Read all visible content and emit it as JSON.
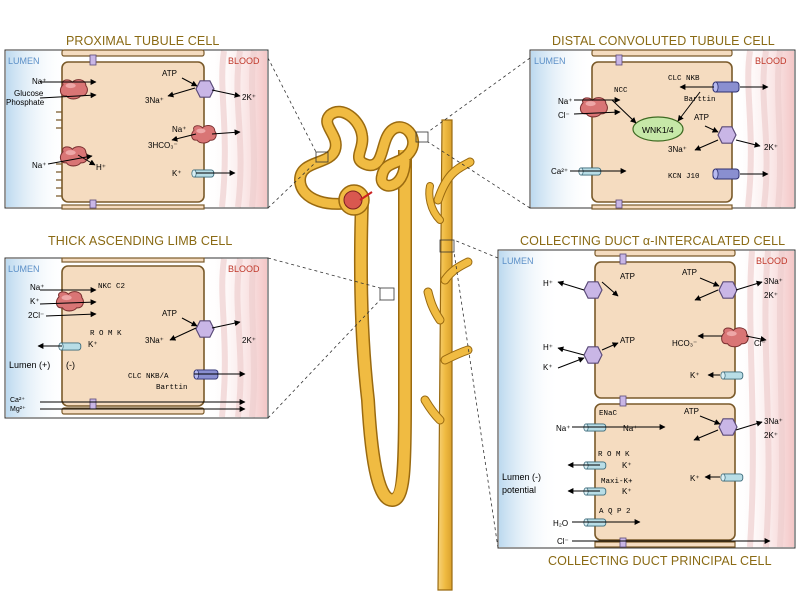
{
  "panels": {
    "proximal": {
      "title": "PROXIMAL TUBULE CELL",
      "lumen": "LUMEN",
      "blood": "BLOOD",
      "na1": "Na⁺",
      "glucose": "Glucose",
      "phosphate": "Phosphate",
      "na2": "Na⁺",
      "h": "H⁺",
      "atp": "ATP",
      "na3": "3Na⁺",
      "k2": "2K⁺",
      "na4": "Na⁺",
      "hco3": "3HCO₃⁻",
      "k": "K⁺"
    },
    "thick": {
      "title": "THICK ASCENDING LIMB CELL",
      "lumen": "LUMEN",
      "blood": "BLOOD",
      "na": "Na⁺",
      "k": "K⁺",
      "cl": "2Cl⁻",
      "nkcc2": "NKC C2",
      "romk": "R O M K",
      "k2": "K⁺",
      "lumen_potential": "Lumen (+)",
      "minus": "(-)",
      "atp": "ATP",
      "na3": "3Na⁺",
      "k2b": "2K⁺",
      "clcnkb": "CLC NKB/A",
      "barttin": "Barttin",
      "ca": "Ca²⁺",
      "mg": "Mg²⁺"
    },
    "distal": {
      "title": "DISTAL CONVOLUTED TUBULE CELL",
      "lumen": "LUMEN",
      "blood": "BLOOD",
      "ncc": "NCC",
      "na": "Na⁺",
      "cl": "Cl⁻",
      "clcnkb": "CLC NKB",
      "barttin": "Barttin",
      "wnk": "WNK1/4",
      "atp": "ATP",
      "na3": "3Na⁺",
      "k2": "2K⁺",
      "ca": "Ca²⁺",
      "kcnj10": "KCN J10"
    },
    "collecting_alpha": {
      "title": "COLLECTING DUCT α-INTERCALATED CELL",
      "lumen": "LUMEN",
      "blood": "BLOOD",
      "h1": "H⁺",
      "atp1": "ATP",
      "atp2": "ATP",
      "na3": "3Na⁺",
      "k2": "2K⁺",
      "hco3": "HCO₃⁻",
      "cl": "Cl⁻",
      "h2": "H⁺",
      "k1": "K⁺",
      "atp3": "ATP",
      "k3": "K⁺"
    },
    "principal": {
      "title": "COLLECTING DUCT PRINCIPAL CELL",
      "enac": "ENaC",
      "na1": "Na⁺",
      "na2": "Na⁺",
      "atp": "ATP",
      "na3": "3Na⁺",
      "k2": "2K⁺",
      "romk": "R O M K",
      "k1": "K⁺",
      "lumen_potential": "Lumen (-)",
      "potential": "potential",
      "maxik": "Maxi-K+",
      "k3": "K⁺",
      "k4": "K⁺",
      "aqp2": "A Q P 2",
      "h2o": "H₂O",
      "cl": "Cl⁻"
    }
  },
  "colors": {
    "title": "#8a6a14",
    "lumen_text": "#5b8fc7",
    "blood_text": "#c0392b",
    "cell_fill": "#f5dcc0",
    "cell_border": "#7a5a2a",
    "tubule": "#f0bc48",
    "pump": "#c9b6e6",
    "transporter": "#d97a7a",
    "channel": "#b8dde6",
    "wnk": "#c6e8a8"
  },
  "icons": [
    "pump-hexagon-icon",
    "cotransporter-blob-icon",
    "channel-cylinder-icon",
    "arrow-icon"
  ]
}
